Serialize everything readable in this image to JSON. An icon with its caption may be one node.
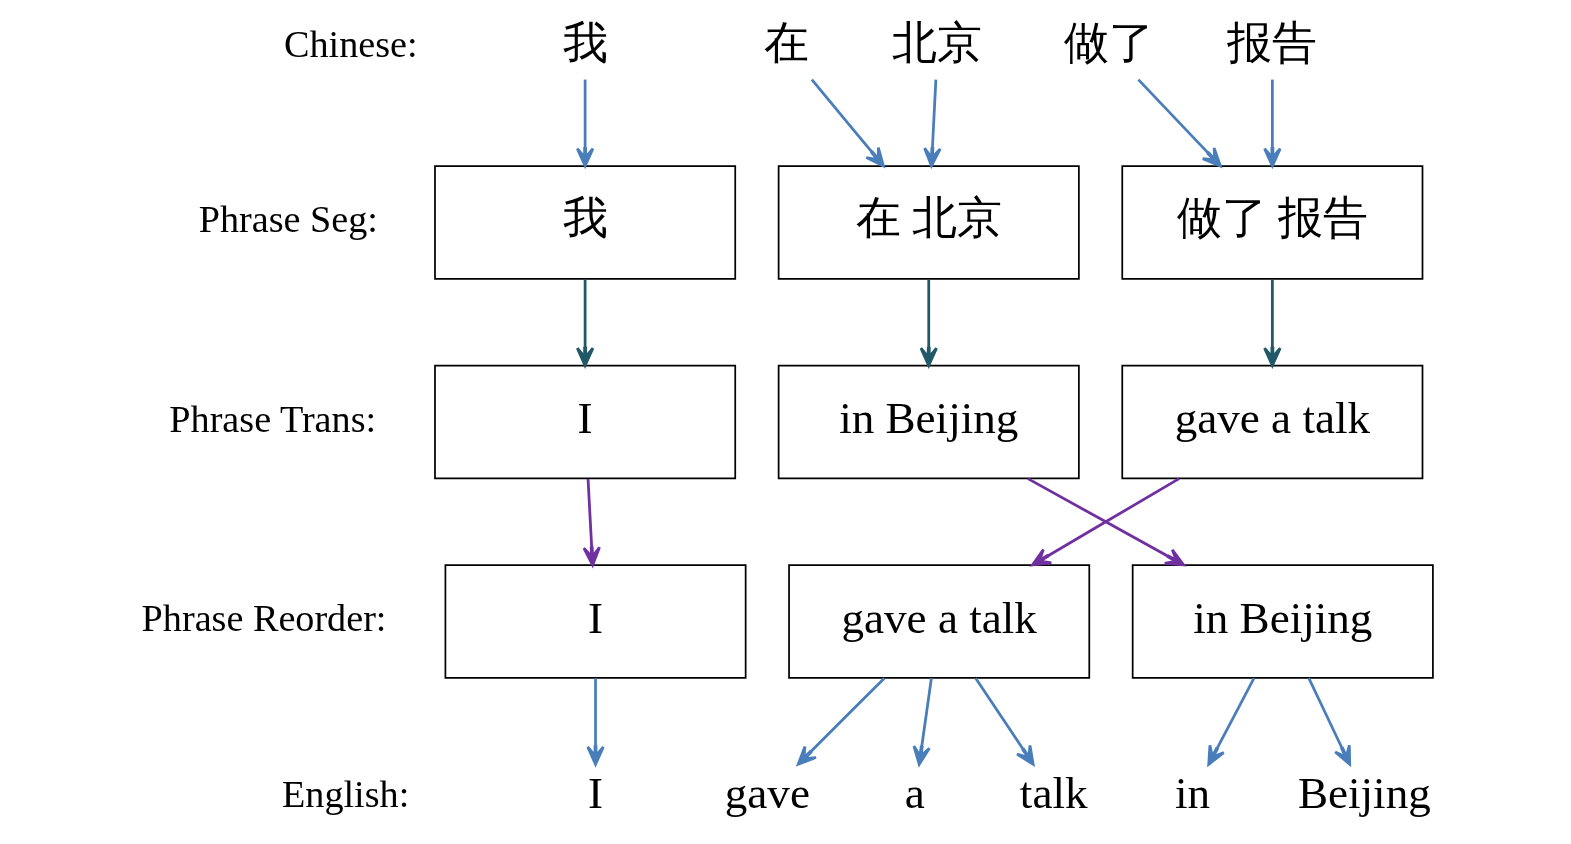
{
  "diagram": {
    "nodes": [
      {
        "text": [
          "我"
        ]
      },
      {
        "text": [
          "在"
        ]
      },
      {
        "text": [
          "北京"
        ]
      },
      {
        "text": [
          "做了"
        ]
      },
      {
        "text": [
          "报告"
        ]
      },
      {
        "text": [
          "我"
        ]
      },
      {
        "text": [
          "在 北京"
        ]
      },
      {
        "text": [
          "做了 报告"
        ]
      },
      {
        "text": [
          "I"
        ]
      },
      {
        "text": [
          "in Beijing"
        ]
      },
      {
        "text": [
          "gave a talk"
        ]
      },
      {
        "text": [
          "I"
        ]
      },
      {
        "text": [
          "gave a talk"
        ]
      },
      {
        "text": [
          "in Beijing"
        ]
      },
      {
        "text": [
          "I"
        ]
      },
      {
        "text": [
          "gave"
        ]
      },
      {
        "text": [
          "a"
        ]
      },
      {
        "text": [
          "talk"
        ]
      },
      {
        "text": [
          "in"
        ]
      },
      {
        "text": [
          "Beijing"
        ]
      }
    ],
    "edges": [
      {
        "from": 0,
        "to": 5,
        "arrow": "to"
      },
      {
        "from": 1,
        "to": 6,
        "arrow": "to"
      },
      {
        "from": 2,
        "to": 6,
        "arrow": "to"
      },
      {
        "from": 3,
        "to": 7,
        "arrow": "to"
      },
      {
        "from": 4,
        "to": 7,
        "arrow": "to"
      },
      {
        "from": 5,
        "to": 8,
        "arrow": "to",
        "color": "#215968"
      },
      {
        "from": 6,
        "to": 9,
        "arrow": "to",
        "color": "#215968"
      },
      {
        "from": 7,
        "to": 10,
        "arrow": "to",
        "color": "#215968"
      },
      {
        "from": 8,
        "to": 11,
        "arrow": "to",
        "color": "#7030a0"
      },
      {
        "from": 9,
        "to": 13,
        "arrow": "to",
        "color": "#7030a0"
      },
      {
        "from": 10,
        "to": 12,
        "arrow": "to",
        "color": "#7030a0"
      },
      {
        "from": 11,
        "to": 14,
        "arrow": "to"
      },
      {
        "from": 12,
        "to": 15,
        "arrow": "to"
      },
      {
        "from": 12,
        "to": 16,
        "arrow": "to"
      },
      {
        "from": 12,
        "to": 17,
        "arrow": "to"
      },
      {
        "from": 13,
        "to": 18,
        "arrow": "to"
      },
      {
        "from": 13,
        "to": 19,
        "arrow": "to"
      }
    ],
    "labels": [
      "Chinese:",
      "Phrase Seg:",
      "Phrase Trans:",
      "Phrase Reorder:",
      "English:"
    ]
  }
}
